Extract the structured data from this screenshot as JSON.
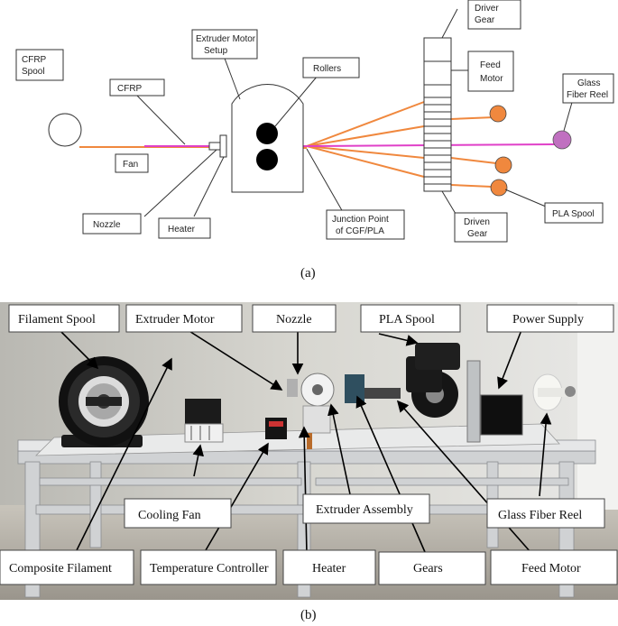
{
  "diagram_a": {
    "caption": "(a)",
    "labels": {
      "cfrp_spool": [
        "CFRP",
        "Spool"
      ],
      "cfrp": "CFRP",
      "fan": "Fan",
      "nozzle": "Nozzle",
      "heater": "Heater",
      "extruder_motor_setup": [
        "Extruder Motor",
        "Setup"
      ],
      "rollers": "Rollers",
      "junction_point": [
        "Junction Point",
        "of CGF/PLA"
      ],
      "driver_gear": [
        "Driver",
        "Gear"
      ],
      "feed_motor": [
        "Feed",
        "Motor"
      ],
      "glass_fiber_reel": [
        "Glass",
        "Fiber Reel"
      ],
      "driven_gear": [
        "Driven",
        "Gear"
      ],
      "pla_spool": "PLA Spool"
    },
    "colors": {
      "pla_filament": "#f0883e",
      "cfrp_filament": "#e040c8",
      "glass_reel": "#c070c0",
      "outline": "#333333"
    }
  },
  "photo_b": {
    "caption": "(b)",
    "labels": {
      "filament_spool": "Filament Spool",
      "extruder_motor": "Extruder Motor",
      "nozzle": "Nozzle",
      "pla_spool": "PLA Spool",
      "power_supply": "Power Supply",
      "cooling_fan": "Cooling Fan",
      "extruder_assembly": "Extruder Assembly",
      "glass_fiber_reel": "Glass Fiber Reel",
      "composite_filament": "Composite Filament",
      "temperature_controller": "Temperature Controller",
      "heater": "Heater",
      "gears": "Gears",
      "feed_motor": "Feed Motor"
    }
  }
}
